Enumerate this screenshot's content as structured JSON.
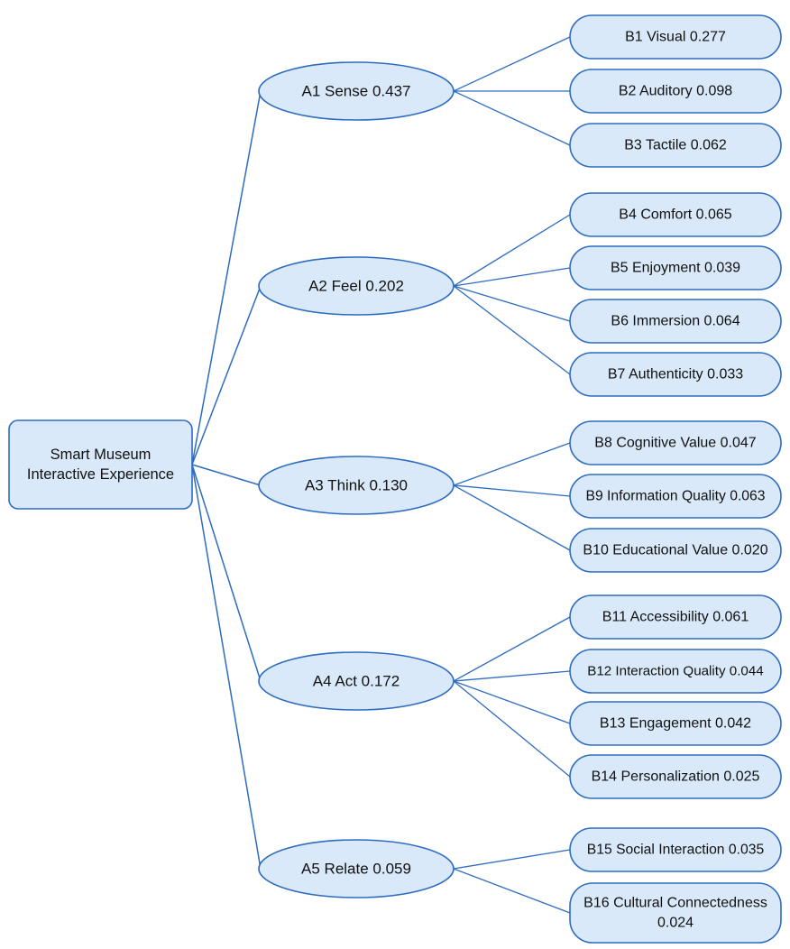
{
  "colors": {
    "node_fill": "#d9e9f9",
    "node_stroke": "#2e6cc0",
    "edge": "#2e6cc0",
    "text": "#111111"
  },
  "root": {
    "lines": [
      "Smart Museum",
      "Interactive Experience"
    ]
  },
  "criteria": [
    {
      "label": "A1 Sense 0.437",
      "children": [
        {
          "lines": [
            "B1 Visual 0.277"
          ]
        },
        {
          "lines": [
            "B2 Auditory 0.098"
          ]
        },
        {
          "lines": [
            "B3 Tactile 0.062"
          ]
        }
      ]
    },
    {
      "label": "A2 Feel 0.202",
      "children": [
        {
          "lines": [
            "B4 Comfort 0.065"
          ]
        },
        {
          "lines": [
            "B5 Enjoyment 0.039"
          ]
        },
        {
          "lines": [
            "B6 Immersion 0.064"
          ]
        },
        {
          "lines": [
            "B7 Authenticity 0.033"
          ]
        }
      ]
    },
    {
      "label": "A3 Think 0.130",
      "children": [
        {
          "lines": [
            "B8 Cognitive Value 0.047"
          ]
        },
        {
          "lines": [
            "B9 Information Quality 0.063"
          ]
        },
        {
          "lines": [
            "B10 Educational Value 0.020"
          ]
        }
      ]
    },
    {
      "label": "A4 Act 0.172",
      "children": [
        {
          "lines": [
            "B11 Accessibility 0.061"
          ]
        },
        {
          "lines": [
            "B12 Interaction Quality 0.044"
          ]
        },
        {
          "lines": [
            "B13 Engagement 0.042"
          ]
        },
        {
          "lines": [
            "B14 Personalization 0.025"
          ]
        }
      ]
    },
    {
      "label": "A5 Relate 0.059",
      "children": [
        {
          "lines": [
            "B15 Social Interaction 0.035"
          ]
        },
        {
          "lines": [
            "B16 Cultural Connectedness",
            "0.024"
          ]
        }
      ]
    }
  ]
}
